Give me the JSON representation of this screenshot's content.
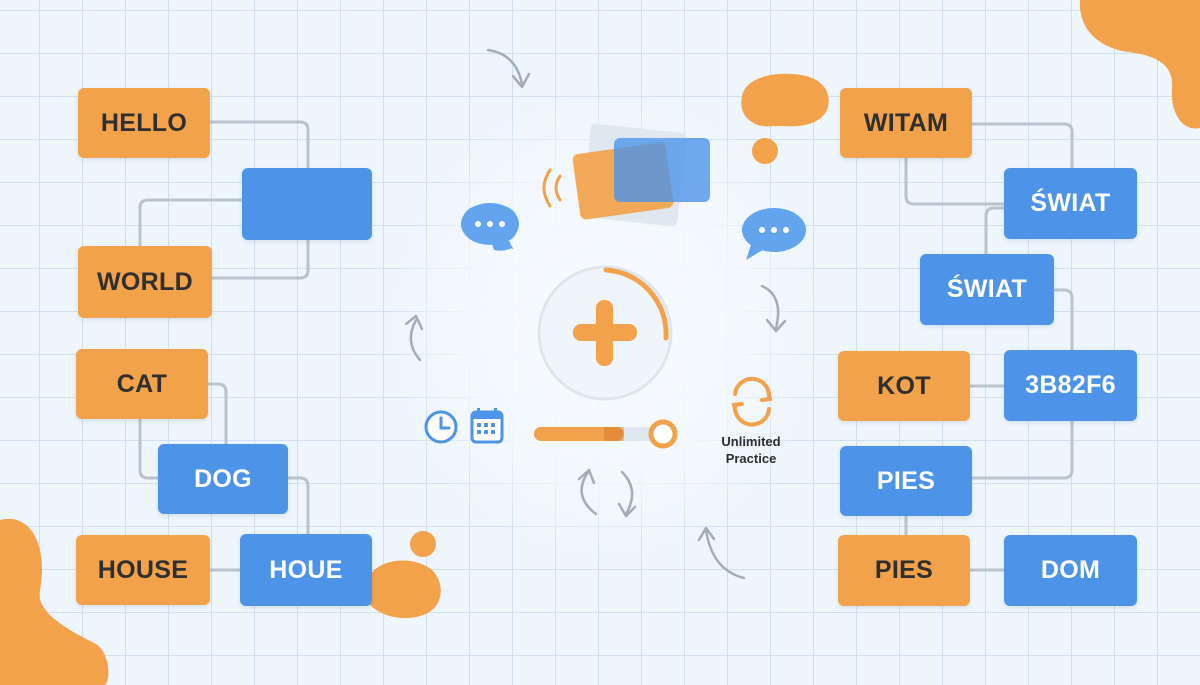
{
  "colors": {
    "background": "#eef5fc",
    "grid": "#cfdff0",
    "accent_orange": "#f2a24a",
    "accent_blue": "#4d94e8",
    "connector": "#b9c3ce"
  },
  "left_cards": {
    "hello": "HELLO",
    "blank": "",
    "world": "WORLD",
    "cat": "CAT",
    "dog": "DOG",
    "house": "HOUSE",
    "houe": "HOUE"
  },
  "right_cards": {
    "witam": "WITAM",
    "swiat_1": "ŚWIAT",
    "swiat_2": "ŚWIAT",
    "kot": "KOT",
    "hex": "3B82F6",
    "pies_blue": "PIES",
    "pies_orange": "PIES",
    "dom": "DOM"
  },
  "center": {
    "practice_line1": "Unlimited",
    "practice_line2": "Practice",
    "progress": 0.7,
    "icons": [
      "plus-icon",
      "clock-icon",
      "calendar-icon",
      "refresh-icon",
      "speech-bubble-icon",
      "flashcards-icon"
    ]
  }
}
